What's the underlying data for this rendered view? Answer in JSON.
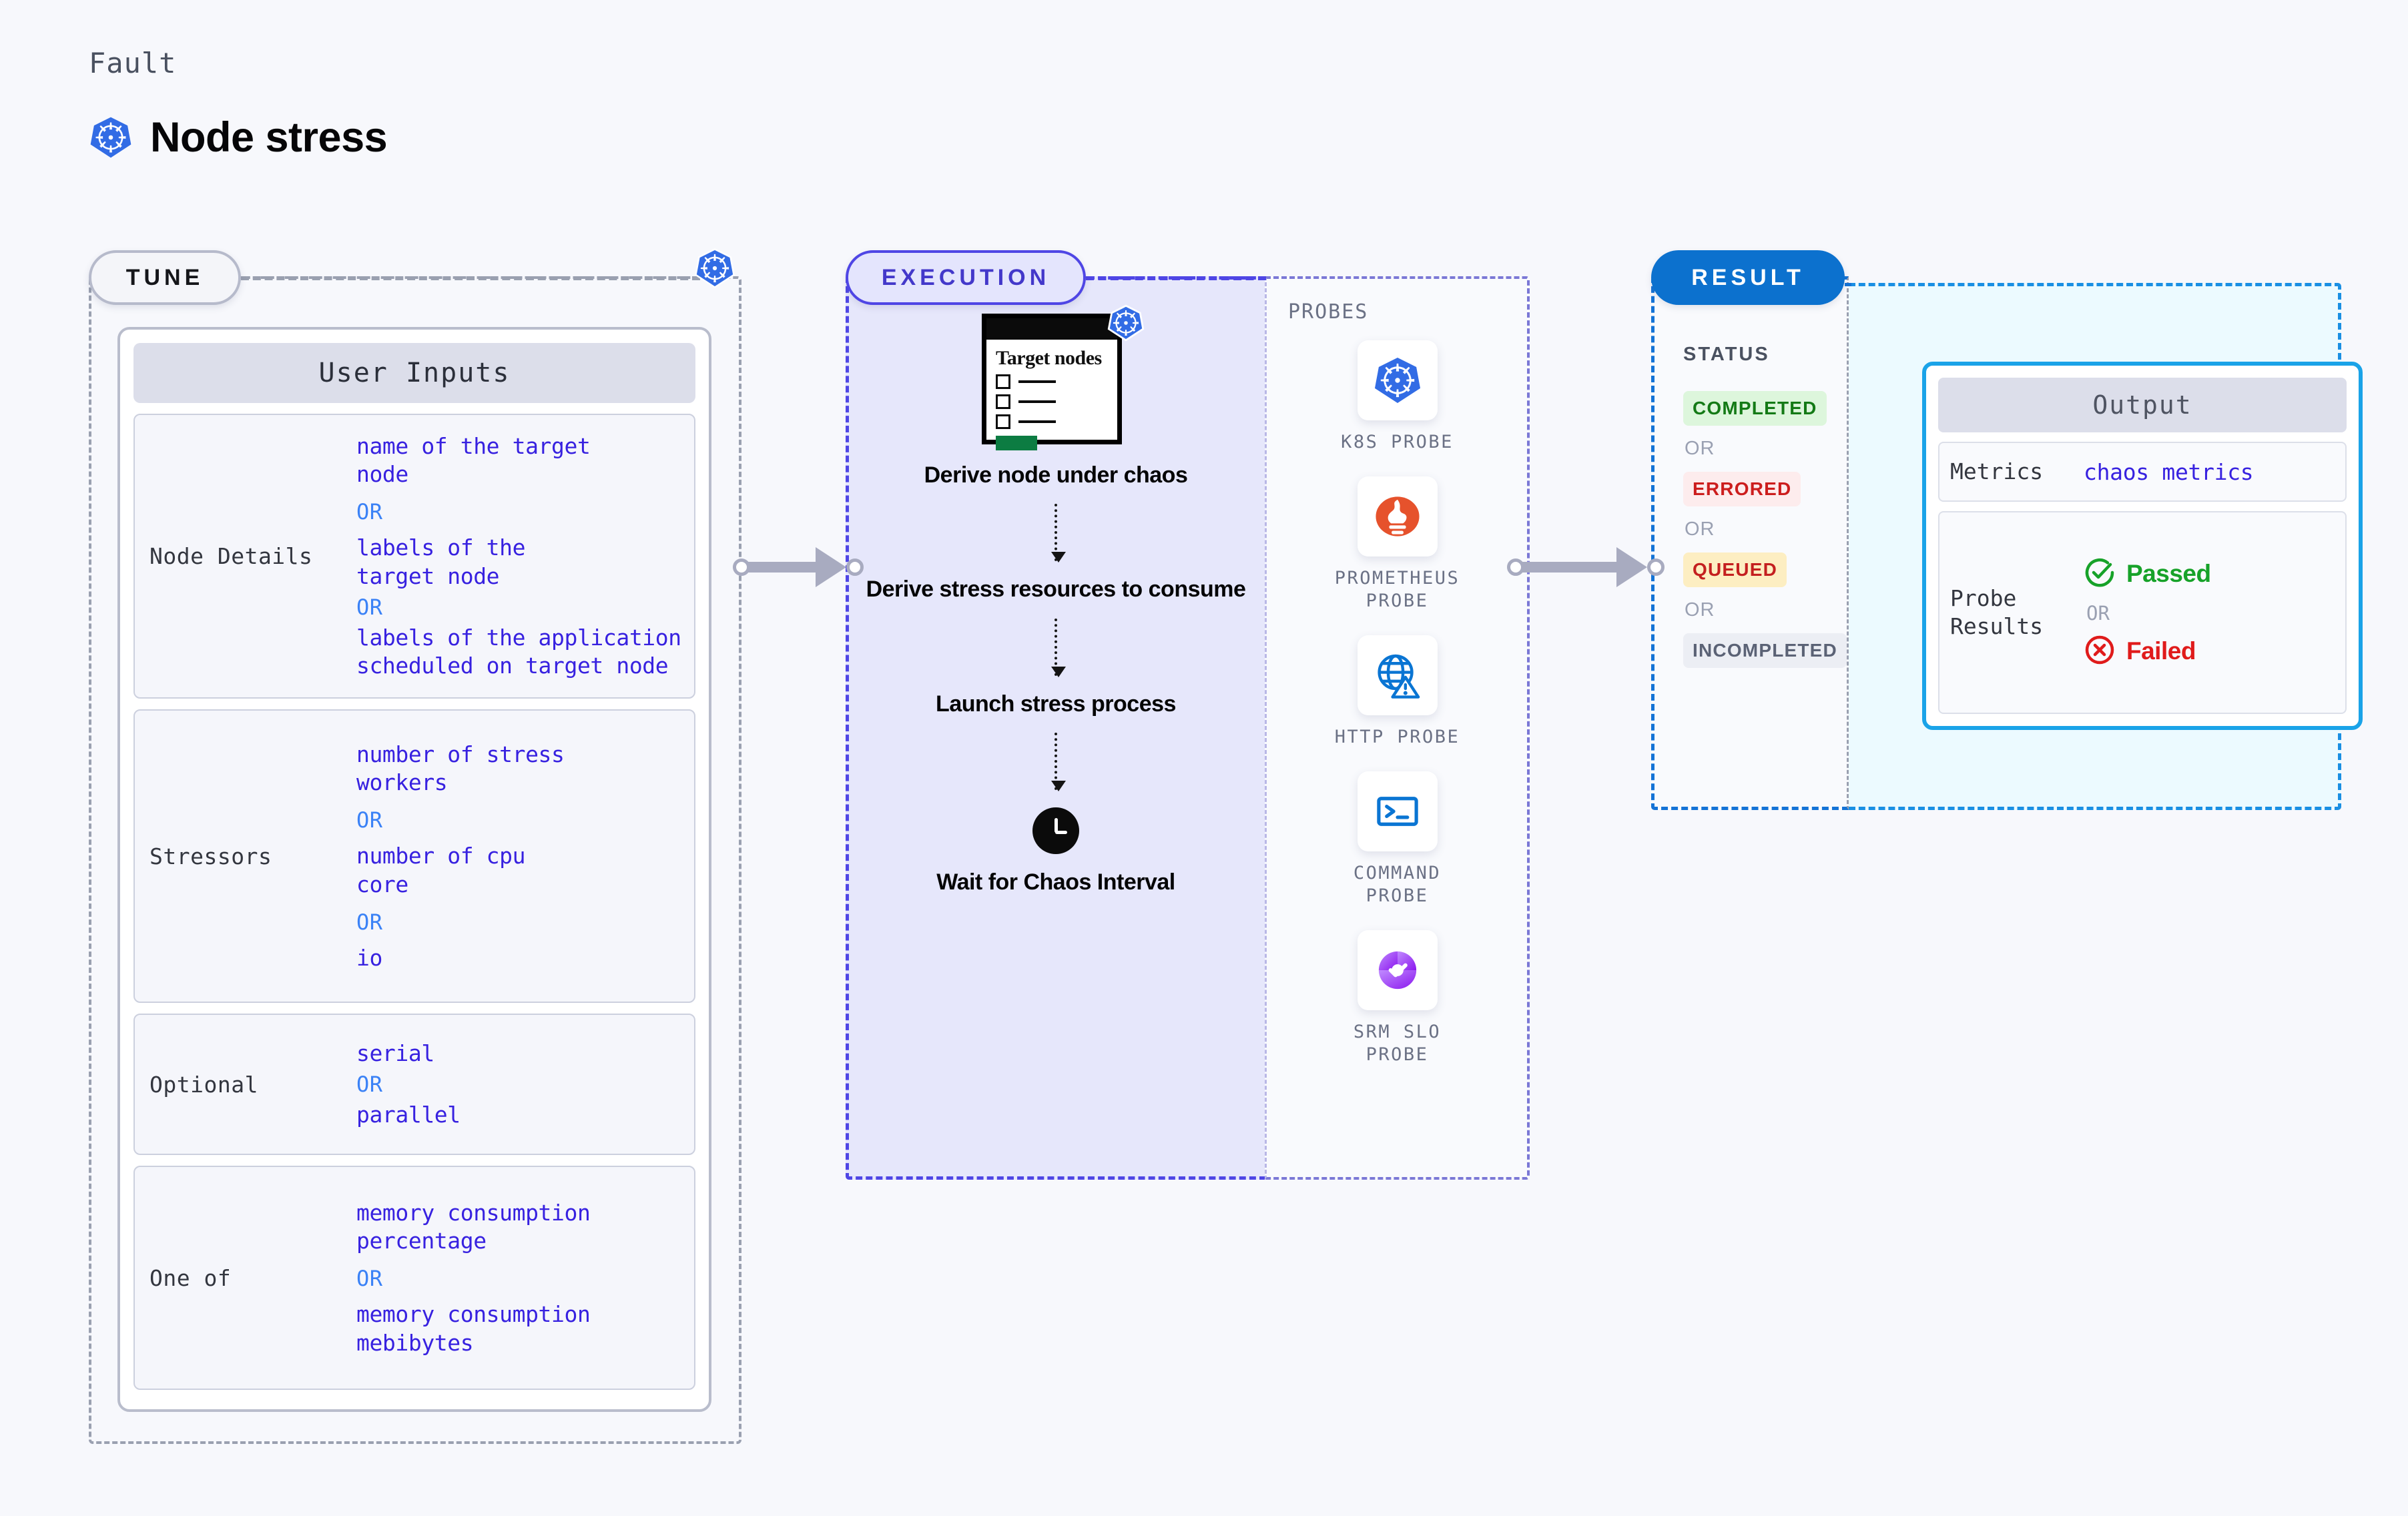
{
  "header": {
    "fault_label": "Fault",
    "fault_title": "Node stress",
    "icon": "kubernetes-icon"
  },
  "stages": {
    "tune": {
      "label": "TUNE",
      "icon": "kubernetes-icon"
    },
    "execution": {
      "label": "EXECUTION"
    },
    "result": {
      "label": "RESULT"
    }
  },
  "tune": {
    "card_title": "User Inputs",
    "or_label": "OR",
    "groups": [
      {
        "key": "Node Details",
        "values": [
          "name of the target\nnode",
          "labels of the\ntarget node",
          "labels of the application\n scheduled on target node"
        ]
      },
      {
        "key": "Stressors",
        "values": [
          "number of stress\nworkers",
          "number of cpu\ncore",
          "io"
        ]
      },
      {
        "key": "Optional",
        "values": [
          "serial",
          "parallel"
        ]
      },
      {
        "key": "One of",
        "values": [
          "memory consumption\npercentage",
          "memory consumption\nmebibytes"
        ]
      }
    ]
  },
  "execution": {
    "card": {
      "title": "Target\nnodes",
      "icon": "kubernetes-icon",
      "checkbox_rows": 3
    },
    "steps": [
      "Derive node under\nchaos",
      "Derive stress\nresources to\nconsume",
      "Launch stress\nprocess",
      "Wait for Chaos\nInterval"
    ],
    "wait_icon": "clock-icon"
  },
  "probes": {
    "title": "PROBES",
    "items": [
      {
        "name": "K8S PROBE",
        "icon": "kubernetes-icon"
      },
      {
        "name": "PROMETHEUS\nPROBE",
        "icon": "prometheus-icon"
      },
      {
        "name": "HTTP PROBE",
        "icon": "globe-warning-icon"
      },
      {
        "name": "COMMAND\nPROBE",
        "icon": "terminal-icon"
      },
      {
        "name": "SRM SLO\nPROBE",
        "icon": "srm-slo-icon"
      }
    ]
  },
  "result": {
    "status_title": "STATUS",
    "or_label": "OR",
    "statuses": [
      {
        "label": "COMPLETED",
        "color": "#147a16",
        "bg": "#ddf6dc"
      },
      {
        "label": "ERRORED",
        "color": "#cc1d1d",
        "bg": "#fdeced"
      },
      {
        "label": "QUEUED",
        "color": "#c41f1f",
        "bg": "#fdeec2"
      },
      {
        "label": "INCOMPLETED",
        "color": "#5b6275",
        "bg": "#eceef4"
      }
    ],
    "output": {
      "title": "Output",
      "metrics_key": "Metrics",
      "metrics_value": "chaos metrics",
      "probe_results_key": "Probe\nResults",
      "passed_label": "Passed",
      "failed_label": "Failed",
      "or_label": "OR",
      "passed_icon": "check-circle-icon",
      "failed_icon": "x-circle-icon"
    }
  },
  "colors": {
    "k8s_blue": "#326ce5",
    "indigo": "#4f46e5",
    "result_blue": "#0c71ce",
    "value_purple": "#3721e0",
    "or_blue": "#3b82f6"
  }
}
